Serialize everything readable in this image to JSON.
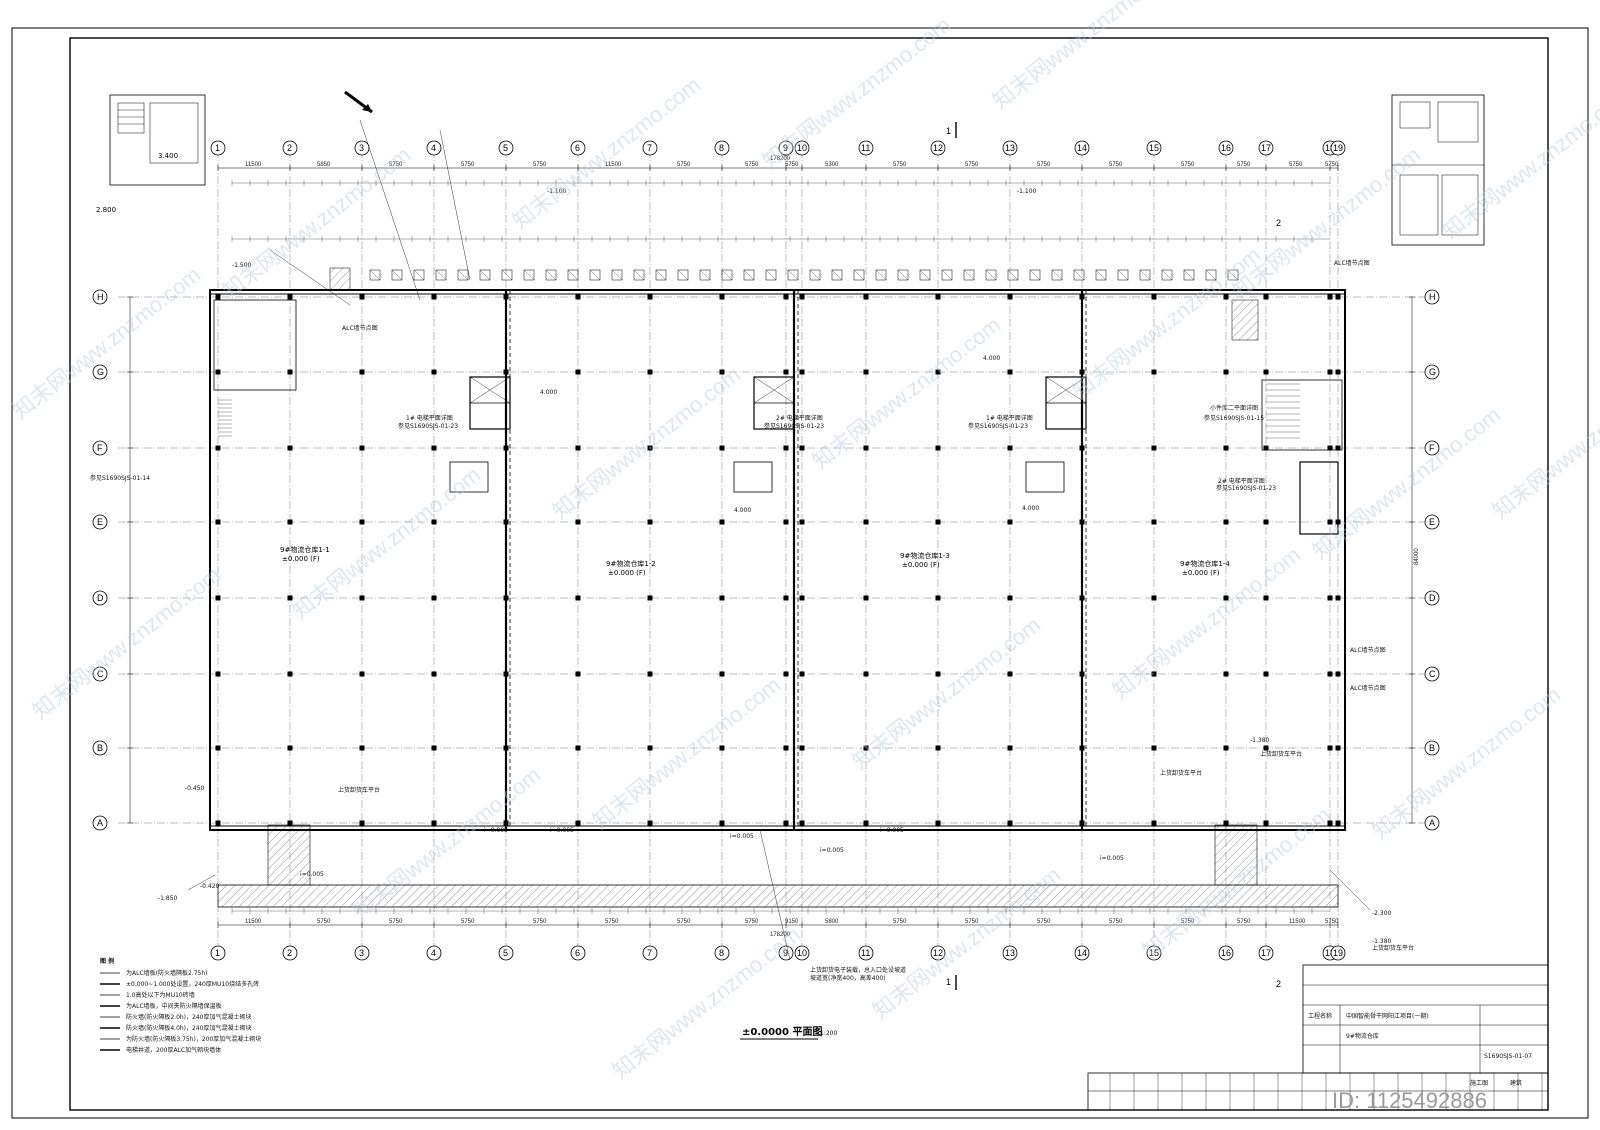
{
  "drawing": {
    "title": "±0.0000 平面图",
    "scale": "1:200",
    "section_mark": "1",
    "section_mark_2": "2",
    "total_dim": "178200",
    "right_total_dim": "84000"
  },
  "grid": {
    "columns": [
      "1",
      "2",
      "3",
      "4",
      "5",
      "6",
      "7",
      "8",
      "9",
      "10",
      "11",
      "12",
      "13",
      "14",
      "15",
      "16",
      "17",
      "18",
      "19"
    ],
    "rows": [
      "H",
      "G",
      "F",
      "E",
      "D",
      "C",
      "B",
      "A"
    ],
    "bay_dims_top": [
      "11500",
      "5850",
      "5750",
      "5750",
      "5750",
      "11500",
      "5750",
      "5750",
      "5750",
      "5300",
      "5750",
      "5750",
      "5750",
      "5750",
      "5750",
      "5750",
      "5750",
      "5750"
    ],
    "bay_dims_bottom": [
      "11500",
      "5750",
      "5750",
      "5750",
      "5750",
      "5750",
      "5750",
      "5750",
      "9150",
      "5800",
      "5750",
      "5750",
      "5750",
      "5750",
      "5750",
      "5750",
      "11500",
      "5750"
    ]
  },
  "rooms": [
    {
      "name": "9#物流仓库1-1",
      "level": "±0.000 (F)"
    },
    {
      "name": "9#物流仓库1-2",
      "level": "±0.000 (F)"
    },
    {
      "name": "9#物流仓库1-3",
      "level": "±0.000 (F)"
    },
    {
      "name": "9#物流仓库1-4",
      "level": "±0.000 (F)"
    }
  ],
  "annotations": {
    "alc_wall": "ALC墙节点图",
    "elev_4000": "4.000",
    "elev_m1500": "-1.500",
    "elev_m1100": "-1.100",
    "elev_m0450": "-0.450",
    "elev_m0420": "-0.420",
    "elev_m1850": "-1.850",
    "elev_m2300": "-2.300",
    "elev_m1380": "-1.380",
    "elev_3400": "3.400",
    "elev_2800": "2.800",
    "ref_1": "参见S1690SJS-01-23",
    "ref_2": "参见S1690SJS-01-14",
    "ref_3": "参见S1690SJS-01-15",
    "elevator": "1# 电梯平面详图",
    "elevator2": "2# 电梯平面详图",
    "stair": "小件库二平面详图",
    "h_005": "i=0.005",
    "dock": "上货卸货车平台",
    "note_ramp": "上货卸货电子装载，总入口处设坡道",
    "note_ramp2": "坡道宽(净宽400，高差400)"
  },
  "legend": {
    "heading": "图 例",
    "items": [
      "为ALC墙板(防火墙隔板2.75h)",
      "±0.000~1.000处设置，240厚MU10烧结多孔砖",
      "1.0高处以下为MU10砖墙",
      "为ALC墙板，中间夹防火隔墙保温板",
      "防火墙(防火隔板2.0h)，240厚加气混凝土砌块",
      "防火墙(防火隔板4.0h)，240厚加气混凝土砌块",
      "为防火墙(防火隔板3.75h)，200厚加气混凝土砌块",
      "电梯井道，200厚ALC加气砌块墙体"
    ]
  },
  "title_block": {
    "project": "中国智能骨干网阳江项目(一期)",
    "drawing_name": "9#物流仓库",
    "sheet_no": "S1690SJS-01-07",
    "stage": "施工图",
    "phase": "建筑",
    "company": "工程名称"
  },
  "watermark": {
    "text": "知末网www.znzmo.com",
    "id": "ID: 1125492886"
  }
}
